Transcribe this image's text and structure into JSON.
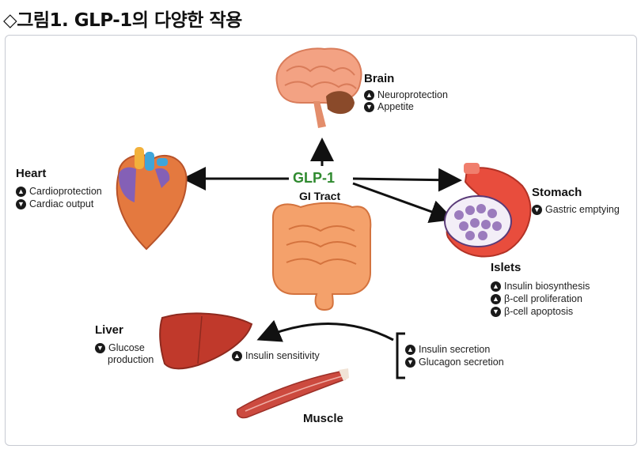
{
  "title": "◇그림1. GLP-1의 다양한 작용",
  "center": {
    "name": "GLP-1",
    "sub": "GI Tract"
  },
  "brain": {
    "label": "Brain",
    "effects": [
      {
        "dir": "up",
        "text": "Neuroprotection"
      },
      {
        "dir": "down",
        "text": "Appetite"
      }
    ]
  },
  "heart": {
    "label": "Heart",
    "effects": [
      {
        "dir": "up",
        "text": "Cardioprotection"
      },
      {
        "dir": "down",
        "text": "Cardiac output"
      }
    ]
  },
  "stomach": {
    "label": "Stomach",
    "effects": [
      {
        "dir": "down",
        "text": "Gastric emptying"
      }
    ]
  },
  "islets": {
    "label": "Islets",
    "effects": [
      {
        "dir": "up",
        "text": "Insulin biosynthesis"
      },
      {
        "dir": "up",
        "text": "β-cell proliferation"
      },
      {
        "dir": "down",
        "text": "β-cell apoptosis"
      }
    ]
  },
  "pancreas_out": {
    "effects": [
      {
        "dir": "up",
        "text": "Insulin secretion"
      },
      {
        "dir": "down",
        "text": "Glucagon secretion"
      }
    ]
  },
  "liver": {
    "label": "Liver",
    "effects": [
      {
        "dir": "down",
        "text_line1": "Glucose",
        "text_line2": "production"
      }
    ]
  },
  "muscle": {
    "label": "Muscle",
    "effects": [
      {
        "dir": "up",
        "text": "Insulin sensitivity"
      }
    ]
  },
  "icons": {
    "up": "▲",
    "down": "▼"
  },
  "colors": {
    "glp": "#2f8a2f",
    "arrow": "#111111"
  }
}
